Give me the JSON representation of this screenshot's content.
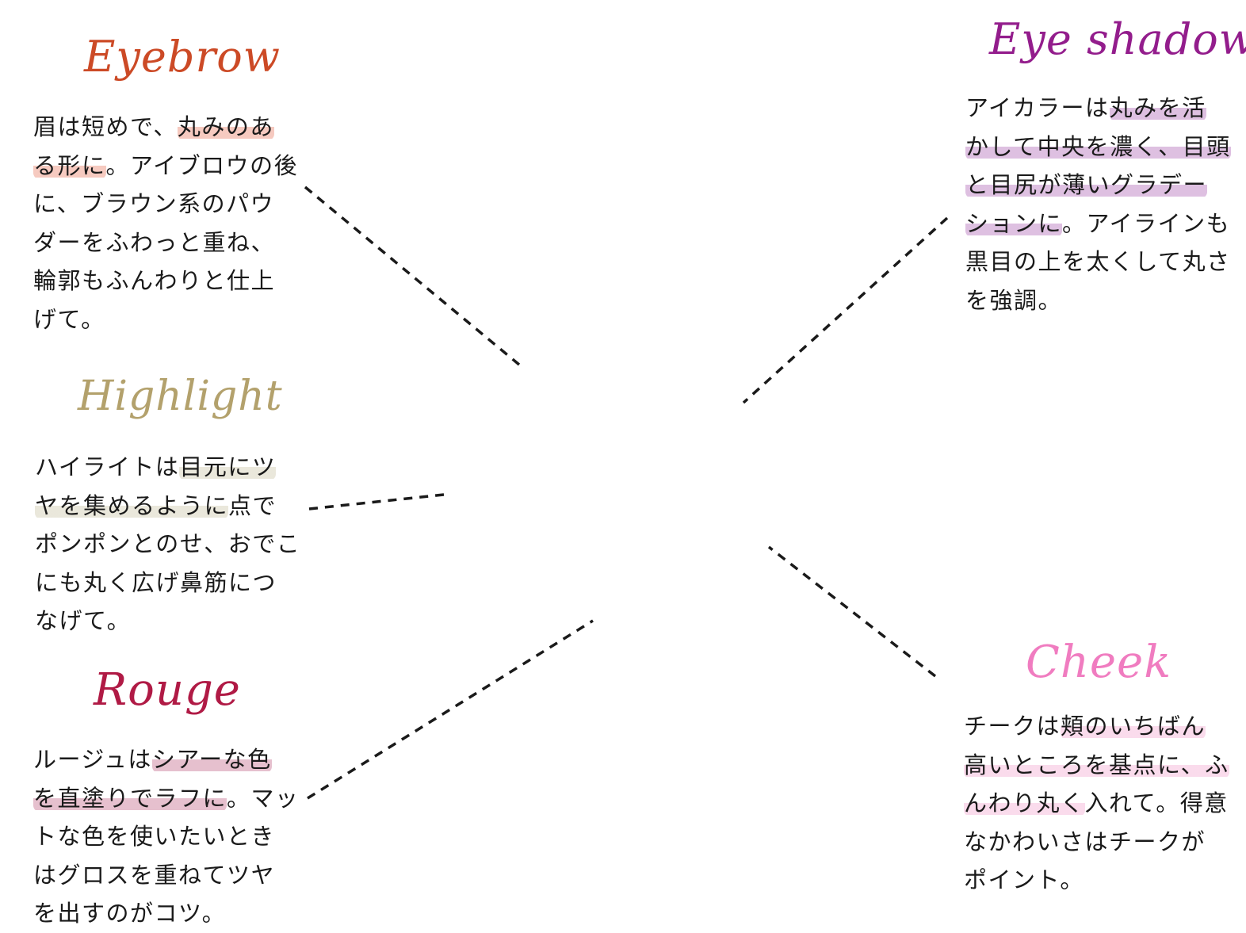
{
  "sections": {
    "eyebrow": {
      "title": "Eyebrow",
      "color": "#cc4a26",
      "lines": [
        [
          {
            "t": "眉は短めで、"
          },
          {
            "t": "丸みのあ",
            "hl": true
          }
        ],
        [
          {
            "t": "る形に",
            "hl": true
          },
          {
            "t": "。アイブロウの後"
          }
        ],
        [
          {
            "t": "に、ブラウン系のパウ"
          }
        ],
        [
          {
            "t": "ダーをふわっと重ね、"
          }
        ],
        [
          {
            "t": "輪郭もふんわりと仕上"
          }
        ],
        [
          {
            "t": "げて。"
          }
        ]
      ]
    },
    "highlight": {
      "title": "Highlight",
      "color": "#b3a16c",
      "lines": [
        [
          {
            "t": "ハイライトは"
          },
          {
            "t": "目元にツ",
            "hl": true
          }
        ],
        [
          {
            "t": "ヤを集めるように",
            "hl": true
          },
          {
            "t": "点で"
          }
        ],
        [
          {
            "t": "ポンポンとのせ、おでこ"
          }
        ],
        [
          {
            "t": "にも丸く広げ鼻筋につ"
          }
        ],
        [
          {
            "t": "なげて。"
          }
        ]
      ]
    },
    "rouge": {
      "title": "Rouge",
      "color": "#b01a45",
      "lines": [
        [
          {
            "t": "ルージュは"
          },
          {
            "t": "シアーな色",
            "hl": true
          }
        ],
        [
          {
            "t": "を直塗りでラフに",
            "hl": true
          },
          {
            "t": "。マッ"
          }
        ],
        [
          {
            "t": "トな色を使いたいとき"
          }
        ],
        [
          {
            "t": "はグロスを重ねてツヤ"
          }
        ],
        [
          {
            "t": "を出すのがコツ。"
          }
        ]
      ]
    },
    "eyeshadow": {
      "title": "Eye shadow",
      "color": "#931d8c",
      "lines": [
        [
          {
            "t": "アイカラーは"
          },
          {
            "t": "丸みを活",
            "hl": true
          }
        ],
        [
          {
            "t": "かして中央を濃く、目頭",
            "hl": true
          }
        ],
        [
          {
            "t": "と目尻が薄いグラデー",
            "hl": true
          }
        ],
        [
          {
            "t": "ションに",
            "hl": true
          },
          {
            "t": "。アイラインも"
          }
        ],
        [
          {
            "t": "黒目の上を太くして丸さ"
          }
        ],
        [
          {
            "t": "を強調。"
          }
        ]
      ]
    },
    "cheek": {
      "title": "Cheek",
      "color": "#f07cc0",
      "lines": [
        [
          {
            "t": "チークは"
          },
          {
            "t": "頬のいちばん",
            "hl": true
          }
        ],
        [
          {
            "t": "高いところを基点に、ふ",
            "hl": true
          }
        ],
        [
          {
            "t": "んわり丸く",
            "hl": true
          },
          {
            "t": "入れて。得意"
          }
        ],
        [
          {
            "t": "なかわいさはチークが"
          }
        ],
        [
          {
            "t": "ポイント。"
          }
        ]
      ]
    }
  }
}
